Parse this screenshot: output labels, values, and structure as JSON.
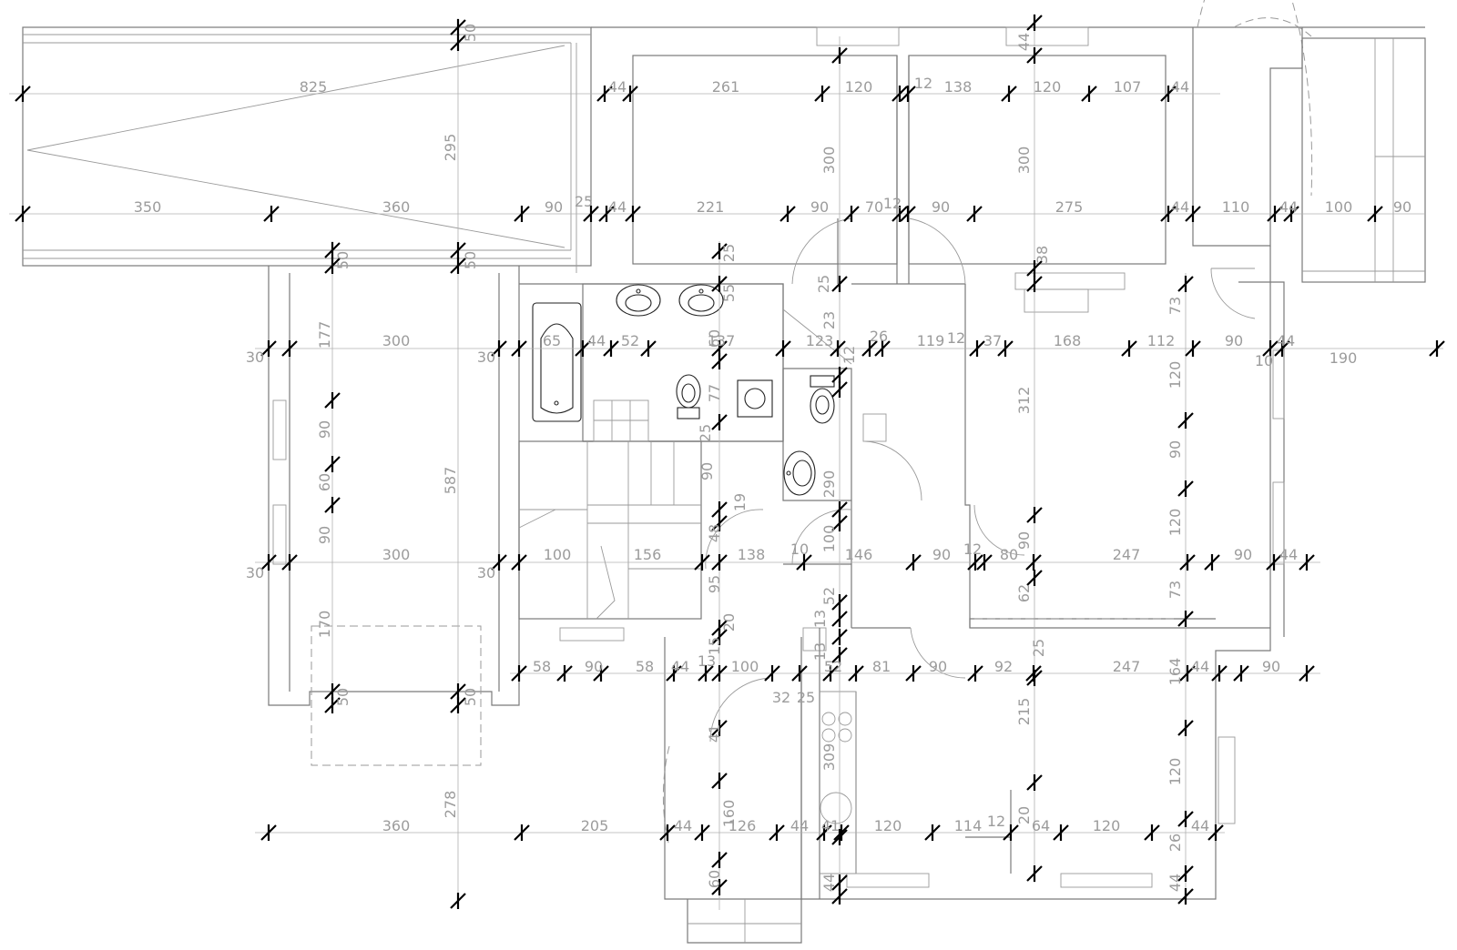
{
  "drawing": {
    "line_color": "#7a7a7a",
    "tick_color": "#000000",
    "label_color": "#9c9c9c",
    "fixtures": [
      "bathtub-icon",
      "washbasin-icon",
      "toilet-icon",
      "shower-tray-icon",
      "stove-icon",
      "sink-icon"
    ],
    "labels": {
      "d01": "825",
      "d02": "44",
      "d03": "261",
      "d04": "120",
      "d05": "12",
      "d06": "138",
      "d07": "120",
      "d08": "107",
      "d09": "44",
      "d10": "350",
      "d11": "360",
      "d12": "90",
      "d13": "25",
      "d14": "44",
      "d15": "221",
      "d16": "90",
      "d17": "70",
      "d18": "12",
      "d19": "90",
      "d20": "275",
      "d21": "44",
      "d22": "110",
      "d23": "44",
      "d24": "100",
      "d25": "90",
      "d26": "30",
      "d27": "300",
      "d28": "30",
      "d29": "65",
      "d30": "44",
      "d31": "52",
      "d32": "137",
      "d33": "123",
      "d34": "26",
      "d35": "119",
      "d36": "12",
      "d37": "37",
      "d38": "168",
      "d39": "112",
      "d40": "90",
      "d41": "44",
      "d42": "10",
      "d43": "190",
      "d44": "30",
      "d45": "300",
      "d46": "30",
      "d47": "100",
      "d48": "156",
      "d49": "138",
      "d50": "10",
      "d51": "146",
      "d52": "90",
      "d53": "12",
      "d54": "80",
      "d55": "247",
      "d56": "90",
      "d57": "44",
      "d58": "58",
      "d59": "90",
      "d60": "58",
      "d61": "44",
      "d62": "13",
      "d63": "100",
      "d64": "52",
      "d65": "81",
      "d66": "90",
      "d67": "92",
      "d68": "247",
      "d69": "44",
      "d70": "90",
      "d71": "32",
      "d72": "25",
      "d73": "360",
      "d74": "205",
      "d75": "44",
      "d76": "126",
      "d77": "44",
      "d78": "41",
      "d79": "120",
      "d80": "114",
      "d81": "12",
      "d82": "64",
      "d83": "120",
      "d84": "44",
      "v01": "50",
      "v02": "295",
      "v03": "50",
      "v04": "50",
      "v05": "177",
      "v06": "90",
      "v07": "60",
      "v08": "90",
      "v09": "587",
      "v10": "170",
      "v11": "50",
      "v12": "50",
      "v13": "278",
      "v14": "300",
      "v15": "300",
      "v16": "44",
      "v17": "38",
      "v18": "25",
      "v19": "25",
      "v20": "55",
      "v21": "60",
      "v22": "77",
      "v23": "25",
      "v24": "90",
      "v25": "19",
      "v26": "48",
      "v27": "95",
      "v28": "15",
      "v29": "20",
      "v30": "41",
      "v31": "160",
      "v32": "60",
      "v33": "23",
      "v34": "12",
      "v35": "290",
      "v36": "100",
      "v37": "52",
      "v38": "13",
      "v39": "312",
      "v40": "73",
      "v41": "120",
      "v42": "90",
      "v43": "120",
      "v44": "73",
      "v45": "90",
      "v46": "62",
      "v47": "25",
      "v48": "215",
      "v49": "164",
      "v50": "120",
      "v51": "20",
      "v52": "309",
      "v53": "26",
      "v54": "44",
      "v55": "44",
      "v56": "13"
    }
  }
}
